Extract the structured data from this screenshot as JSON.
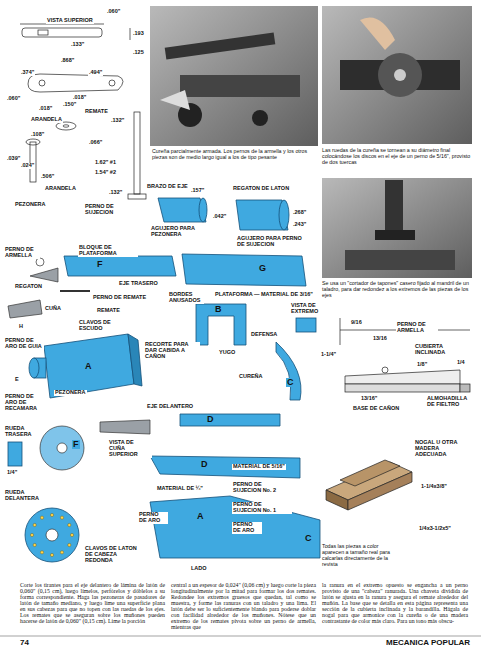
{
  "diagram": {
    "labels": [
      ".060\"",
      "VISTA SUPERIOR",
      ".193",
      ".133\"",
      ".125",
      ".868\"",
      ".374\"",
      ".494\"",
      ".018\"",
      ".150\"",
      ".060\"",
      ".018\"",
      "REMATE",
      ".132\"",
      "ARANDELA",
      ".108\"",
      ".066\"",
      ".039\"",
      ".024\"",
      ".506\"",
      "PEZONERA",
      "ARANDELA",
      "1.62\" #1",
      "1.54\" #2",
      "PERNO DE SUJECION",
      ".132\"",
      "BRAZO DE EJE",
      ".157\"",
      "REGATON DE LATON",
      ".042\"",
      ".268\"",
      ".243\"",
      "AGUJERO PARA PEZONERA",
      "AGUJERO PARA PERNO DE SUJECION",
      "Cureña parcialmente armada. Los pernos de la armella y los otros piezas son de medio largo igual a los de tipo pesante",
      "Las ruedas de la cureña se tornean a su diámetro final colocándose los discos en el eje de un perno de 5/16\", provisto de dos tuercas",
      "Se usa un \"cortador de tapones\" casero fijado al mandril de un taladro, para dar redondez a los extremos de las piezas de los ejes",
      "PERNO DE ARMELLA",
      "BLOQUE DE PLATAFORMA",
      "F",
      "G",
      "REGATON",
      "EJE TRASERO",
      "PERNO DE REMATE",
      "BORDES ANUSADOS",
      "PLATAFORMA — MATERIAL DE 3/16\"",
      "CUÑA",
      "REMATE",
      "CLAVOS DE ESCUDO",
      "B",
      "VISTA DE EXTREMO",
      "H",
      "PERNO DE ARO DE GUIA",
      "RECORTE PARA DAR CABIDA A CAÑON",
      "YUGO",
      "A",
      "E",
      "DEFENSA",
      "CUREÑA",
      "C",
      "PERNO DE ARO DE RECAMARA",
      "PEZONERA",
      "RUEDA TRASERA",
      "F",
      "VISTA DE CUÑA SUPERIOR",
      "EJE DELANTERO",
      "D",
      "D",
      "MATERIAL DE 5/16\"",
      "PERNO DE SUJECION No. 2",
      "PERNO DE SUJECION No. 1",
      "MATERIAL DE ¼\"",
      "PERNO DE ARO",
      "PERNO DE ARO",
      "A",
      "C",
      "LADO",
      "RUEDA DELANTERA",
      "1/4\"",
      "CLAVOS DE LATON DE CABEZA REDONDA",
      "PERNO DE ARMELLA",
      "9/16",
      "13/16",
      "CUBIERTA INCLINADA",
      "1-1/4\"",
      "1/8\"",
      "1/4",
      "13/16\"",
      "BASE DE CAÑON",
      "ALMOHADILLA DE FIELTRO",
      "NOGAL U OTRA MADERA ADECUADA",
      "1-1/4x3/8\"",
      "1/4x3-1/2x5\"",
      "Todas las piezas a color aparecen a tamaño real para calcarlas directamente de la revista",
      "Corte los tirantes para el eje delantero de lámina de latón de 0,060\" (0,15 cm), luego límelos, perfórelos y dóblelos a su forma correspondiente. Haga las pezoneras de pasadores de latón de tamaño mediano, y luego lime una superficie plana en sus cabezas para que no topen con las ruedas de los ejes. Los remates que se aseguran sobre los muñones pueden hacerse de latón de 0,060\" (0,15 cm). Lime la porción",
      "central a un espesor de 0,024\" (0,06 cm) y luego corte la pieza longitudinalmente por la mitad para formar los dos remates. Redondee los extremos gruesos que quedan, tal como se muestra, y forme las ranuras con un taladro y una lima. El latón debe ser lo suficientemente blando para poderse doblar con facilidad alrededor de los muñones. Nótese que un extremo de los remates pivota sobre un perno de armella, mientras que",
      "la ranura en el extremo opuesto se engancha a un perno provisto de una \"cabeza\" ranurada. Una chaveta dividida de latón se ajusta en la ranura y asegura el remate alrededor del muñón. La base que se detalla en esta página representa una sección de la cubierta inclinada y la barandilla. Hágala de nogal para que armonice con la cureña o de una madera contrastante de color más claro. Para un tono más obscu-",
      "74",
      "MECANICA POPULAR"
    ]
  }
}
